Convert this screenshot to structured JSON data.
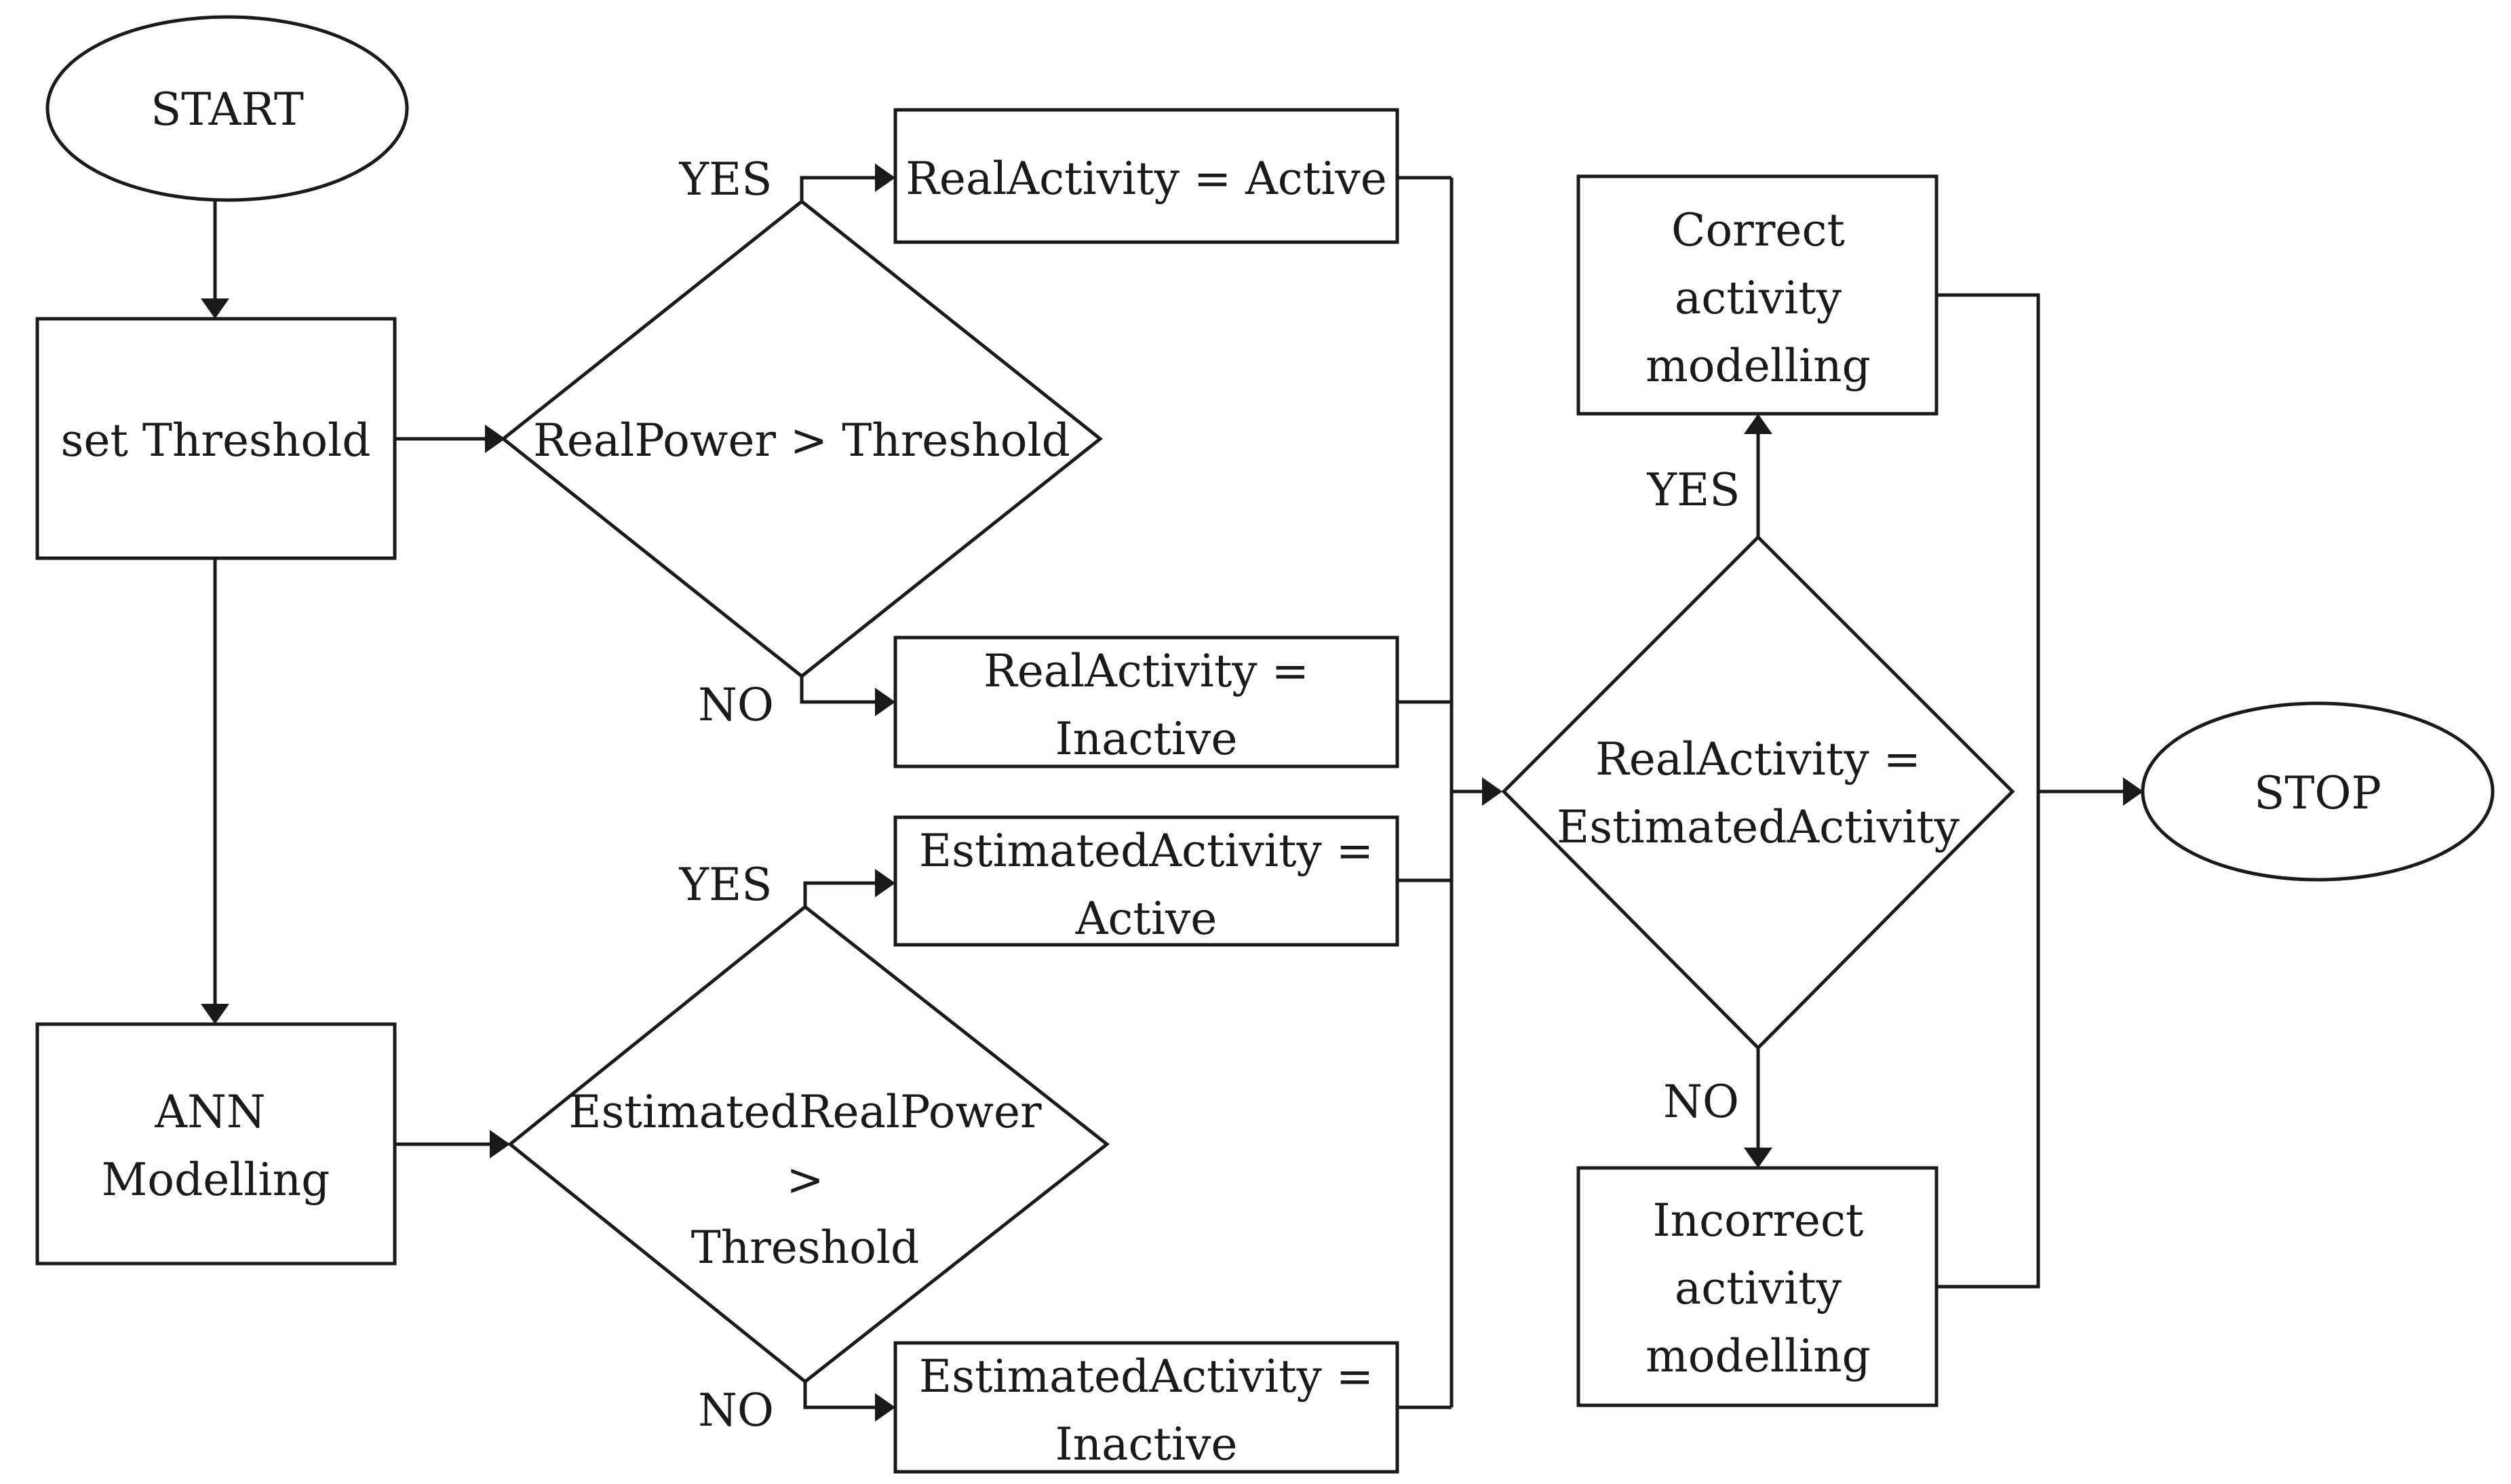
{
  "nodes": {
    "start": "START",
    "set_threshold": "set Threshold",
    "ann_modelling": [
      "ANN",
      "Modelling"
    ],
    "real_power_decision": "RealPower > Threshold",
    "estimated_power_decision": [
      "EstimatedRealPower",
      ">",
      "Threshold"
    ],
    "real_active": "RealActivity = Active",
    "real_inactive": [
      "RealActivity =",
      "Inactive"
    ],
    "estimated_active": [
      "EstimatedActivity =",
      "Active"
    ],
    "estimated_inactive": [
      "EstimatedActivity =",
      "Inactive"
    ],
    "compare_decision": [
      "RealActivity =",
      "EstimatedActivity"
    ],
    "correct_modelling": [
      "Correct",
      "activity",
      "modelling"
    ],
    "incorrect_modelling": [
      "Incorrect",
      "activity",
      "modelling"
    ],
    "stop": "STOP"
  },
  "branch_labels": {
    "real_yes": "YES",
    "real_no": "NO",
    "estimated_yes": "YES",
    "estimated_no": "NO",
    "compare_yes": "YES",
    "compare_no": "NO"
  },
  "colors": {
    "stroke": "#1a1a1a",
    "background": "#ffffff"
  }
}
